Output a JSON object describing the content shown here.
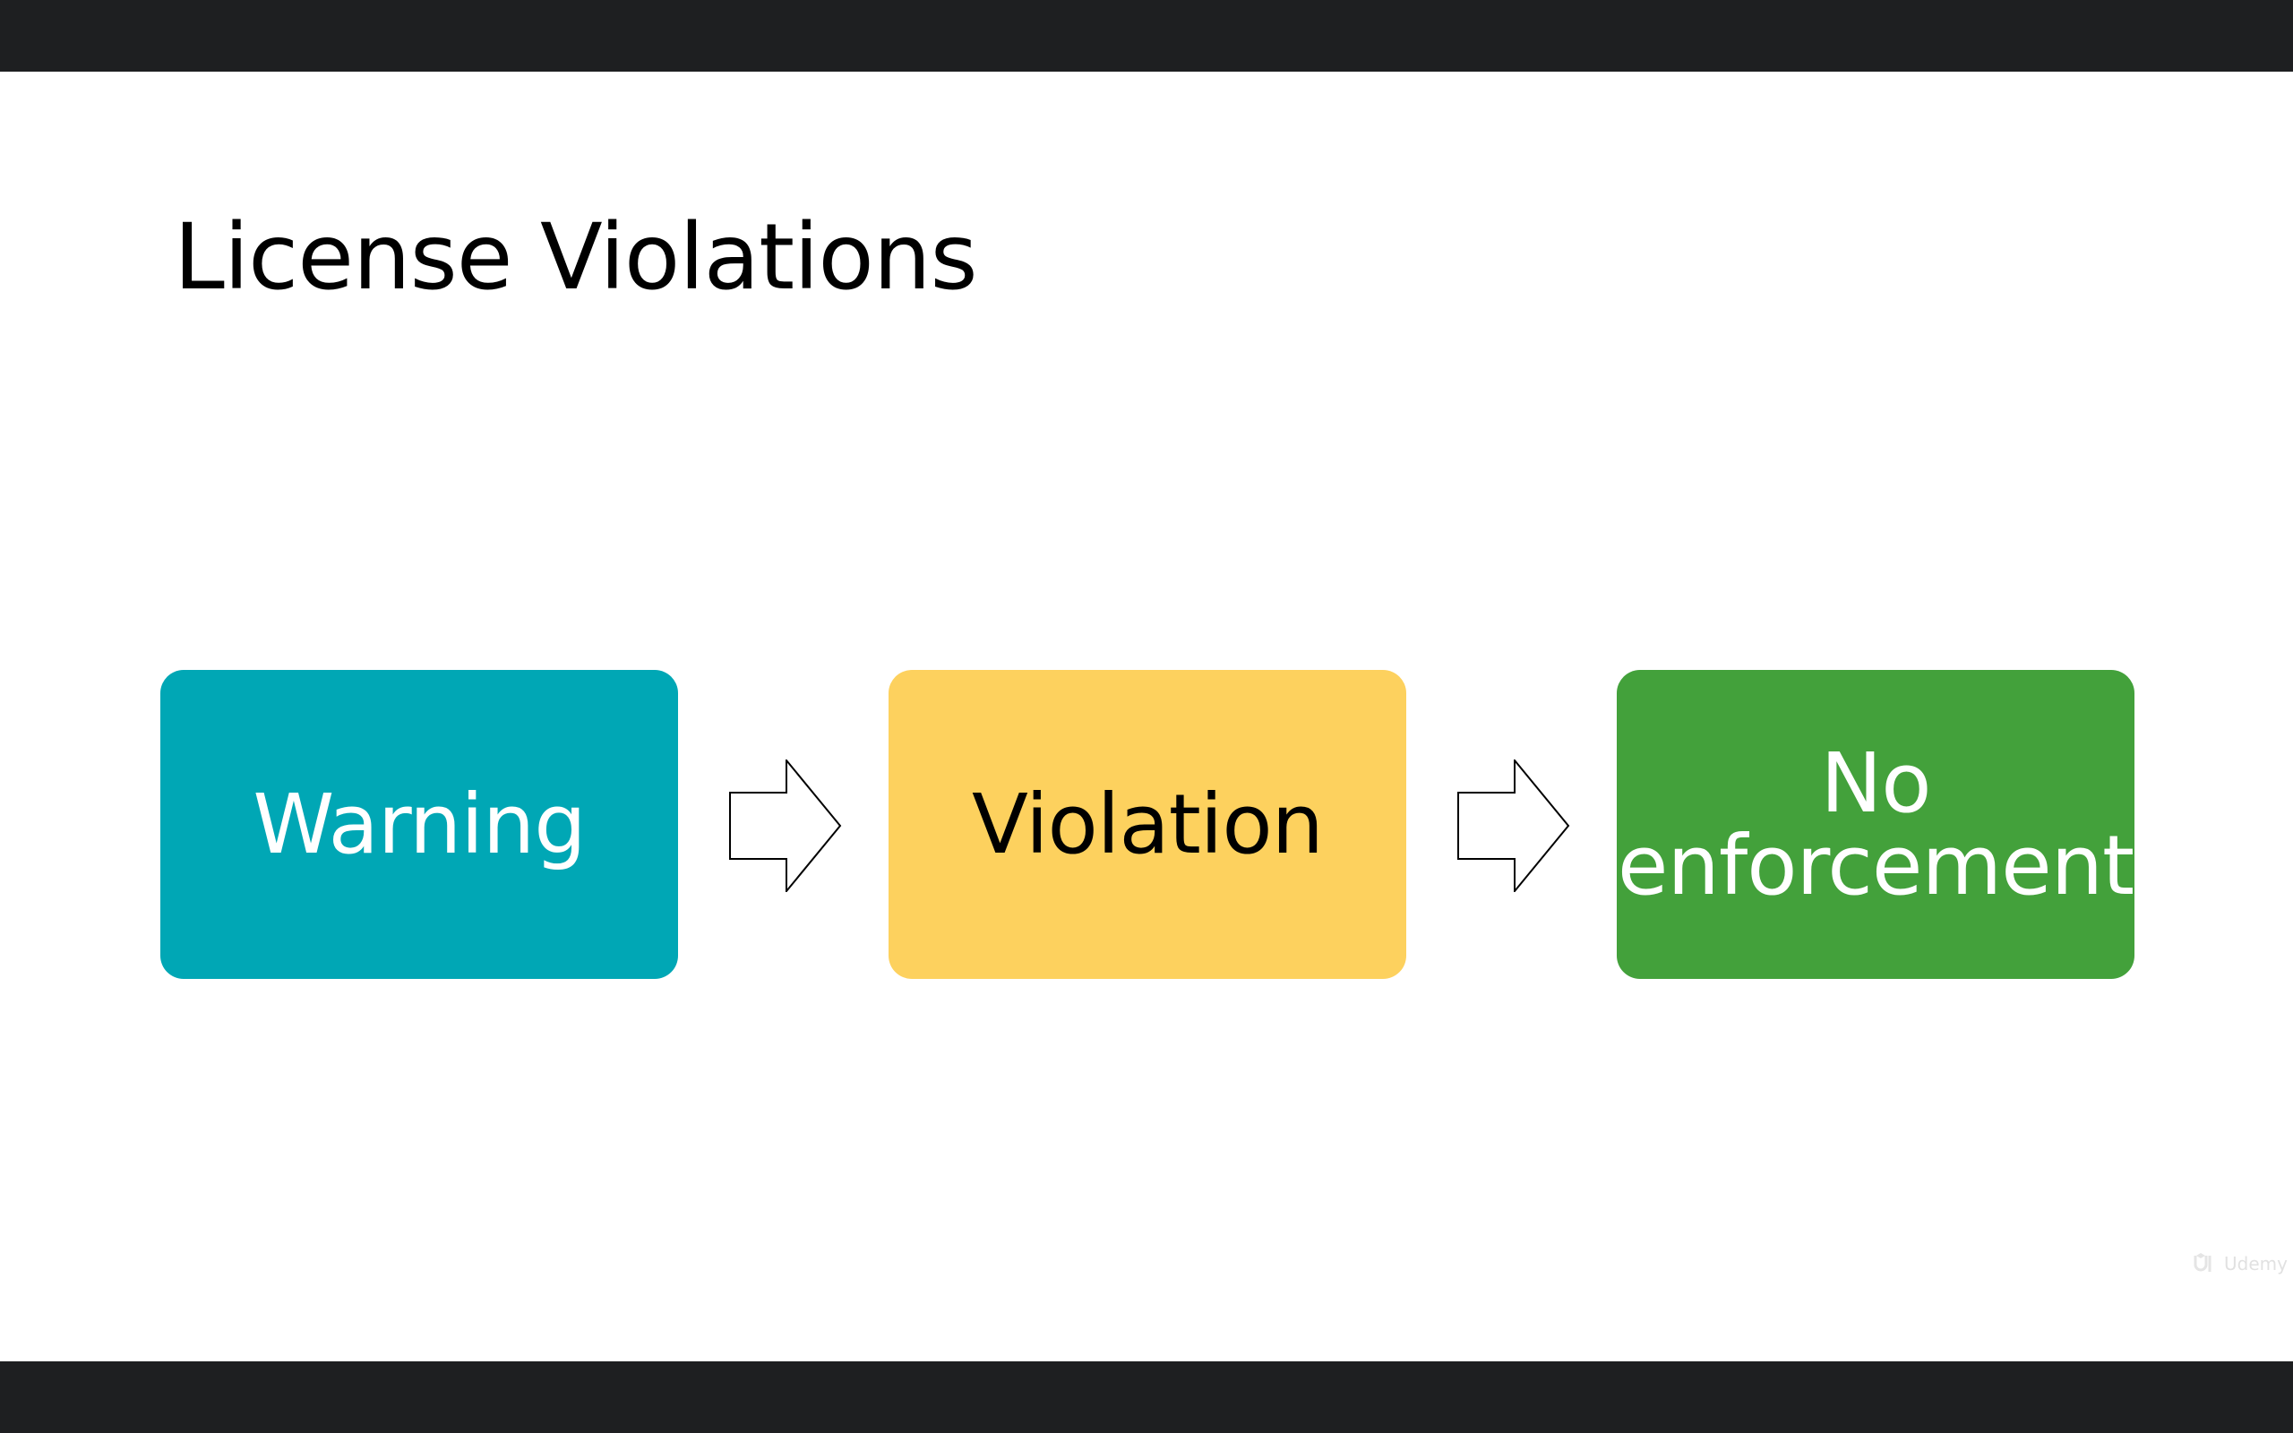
{
  "slide": {
    "title": "License Violations"
  },
  "flow": {
    "steps": [
      {
        "lines": [
          "Warning"
        ],
        "color": "#00a7b5",
        "text_color": "#ffffff"
      },
      {
        "lines": [
          "Violation"
        ],
        "color": "#fdd15e",
        "text_color": "#000000"
      },
      {
        "lines": [
          "No",
          "enforcement"
        ],
        "color": "#43a13b",
        "text_color": "#ffffff"
      }
    ],
    "connector_icon": "right-arrow-outline-icon"
  },
  "watermark": {
    "icon": "udemy-logo-icon",
    "text": "Udemy"
  },
  "colors": {
    "letterbox": "#1e1f21",
    "slide_background": "#ffffff"
  }
}
